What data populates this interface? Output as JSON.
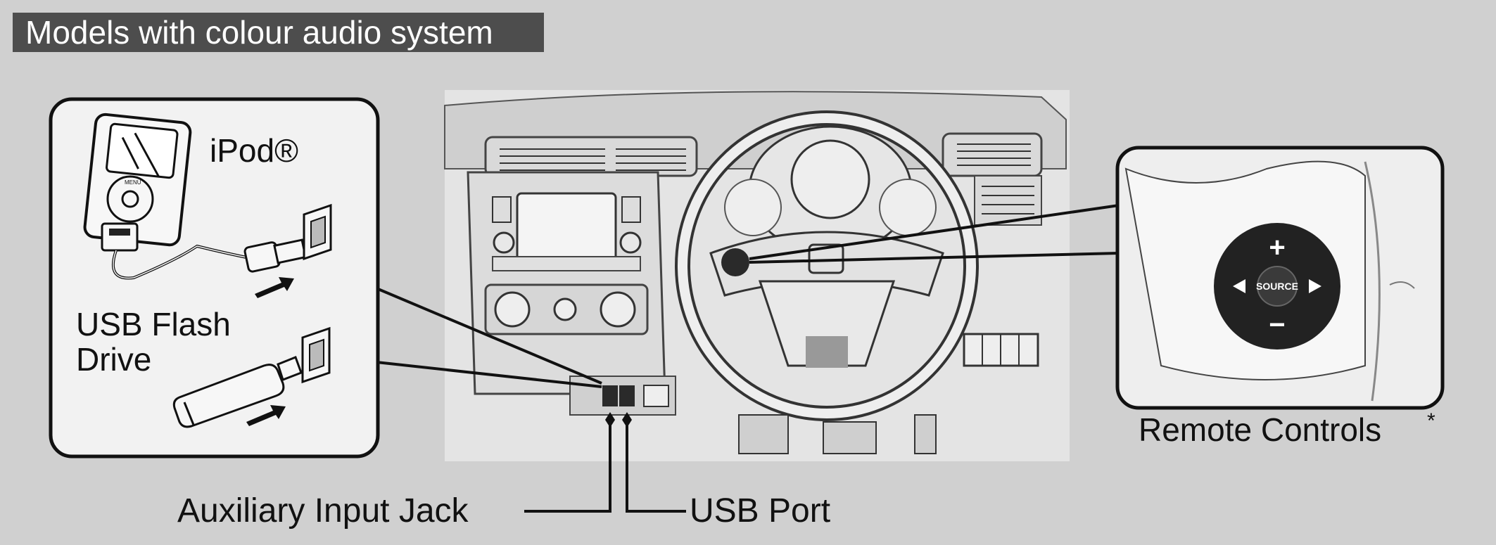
{
  "header": {
    "title": "Models with colour audio system"
  },
  "left_panel": {
    "ipod_label": "iPod®",
    "usb_flash_line1": "USB Flash",
    "usb_flash_line2": "Drive"
  },
  "ipod_screen": {
    "menu_label": "MENU"
  },
  "remote_controls": {
    "source_label": "SOURCE",
    "plus_label": "+",
    "minus_label": "−",
    "label": "Remote Controls",
    "footnote_mark": "*"
  },
  "callouts": {
    "aux_label": "Auxiliary Input Jack",
    "usb_label": "USB Port"
  },
  "colors": {
    "background": "#d0d0d0",
    "header_bg": "#4d4d4d",
    "panel_bg": "#f2f2f2",
    "outline": "#111111",
    "knob_dark": "#222222"
  }
}
